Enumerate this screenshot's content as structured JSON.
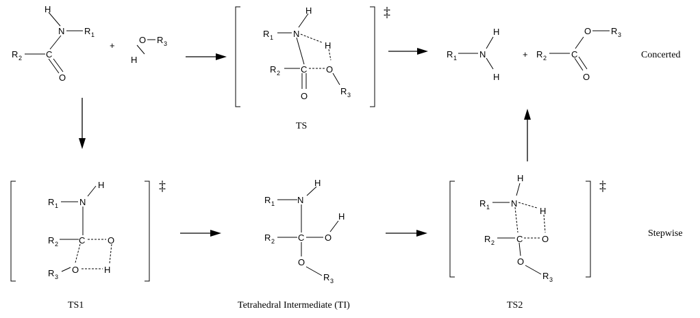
{
  "atoms": {
    "H": "H",
    "N": "N",
    "O": "O",
    "C": "C",
    "R": "R",
    "sub1": "1",
    "sub2": "2",
    "sub3": "3"
  },
  "operators": {
    "plus": "+"
  },
  "symbols": {
    "double_dagger": "‡"
  },
  "labels": {
    "ts": "TS",
    "ts1": "TS1",
    "ts2": "TS2",
    "ti": "Tetrahedral Intermediate (TI)",
    "concerted": "Concerted",
    "stepwise": "Stepwise"
  }
}
